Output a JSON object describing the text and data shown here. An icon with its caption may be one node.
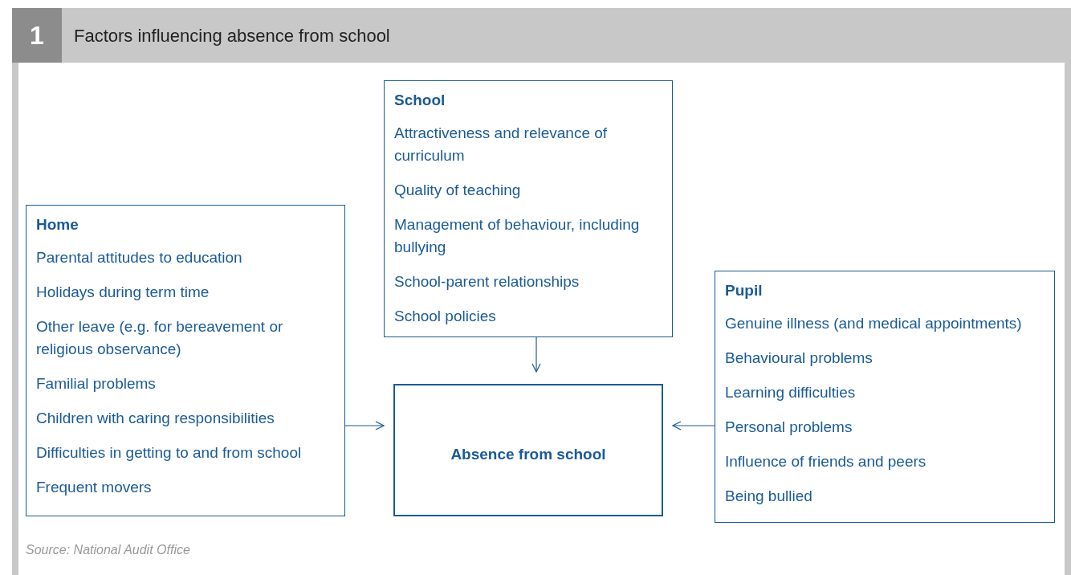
{
  "diagram": {
    "title": "Factors influencing absence from school",
    "caption": "Source: National Audit Office",
    "nodes": [
      {
        "text": [
          "School",
          "Attractiveness and relevance of curriculum",
          "Quality of teaching",
          "Management of behaviour, including bullying",
          "School-parent relationships",
          "School policies"
        ]
      },
      {
        "text": [
          "Home",
          "Parental attitudes to education",
          "Holidays during term time",
          "Other leave (e.g. for bereavement or religious observance)",
          "Familial problems",
          "Children with caring responsibilities",
          "Difficulties in getting to and from school",
          "Frequent movers"
        ]
      },
      {
        "text": [
          "Pupil",
          "Genuine illness (and medical appointments)",
          "Behavioural problems",
          "Learning difficulties",
          "Personal problems",
          "Influence of friends and peers",
          "Being bullied"
        ]
      },
      {
        "text": [
          "Absence from school"
        ]
      }
    ],
    "edges": [
      {
        "from": 0,
        "to": 3,
        "arrow": "to"
      },
      {
        "from": 1,
        "to": 3,
        "arrow": "to"
      },
      {
        "from": 2,
        "to": 3,
        "arrow": "to"
      }
    ],
    "labels": [
      "1"
    ]
  }
}
